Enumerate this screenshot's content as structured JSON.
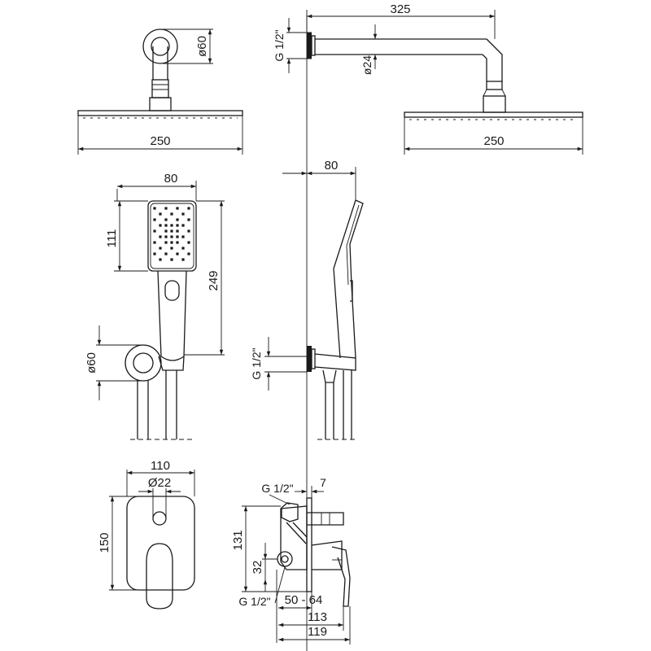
{
  "overhead_front": {
    "diameter_label": "ø60",
    "width_label": "250"
  },
  "overhead_side": {
    "arm_length_label": "325",
    "thread_label": "G 1/2\"",
    "arm_diameter_label": "ø24",
    "width_label": "250"
  },
  "hand_front": {
    "width_label": "80",
    "head_height_label": "111",
    "total_height_label": "249",
    "holder_diameter_label": "ø60"
  },
  "hand_side": {
    "projection_label": "80",
    "thread_label": "G 1/2\""
  },
  "mixer_front": {
    "width_label": "110",
    "hole_label": "Ø22",
    "height_label": "150"
  },
  "mixer_side": {
    "thread_top_label": "G 1/2\"",
    "wall_label": "7",
    "height_label": "131",
    "offset_label": "32",
    "thread_bottom_label": "G 1/2\"",
    "depth_range_label": "50 - 64",
    "depth_113_label": "113",
    "depth_119_label": "119"
  }
}
